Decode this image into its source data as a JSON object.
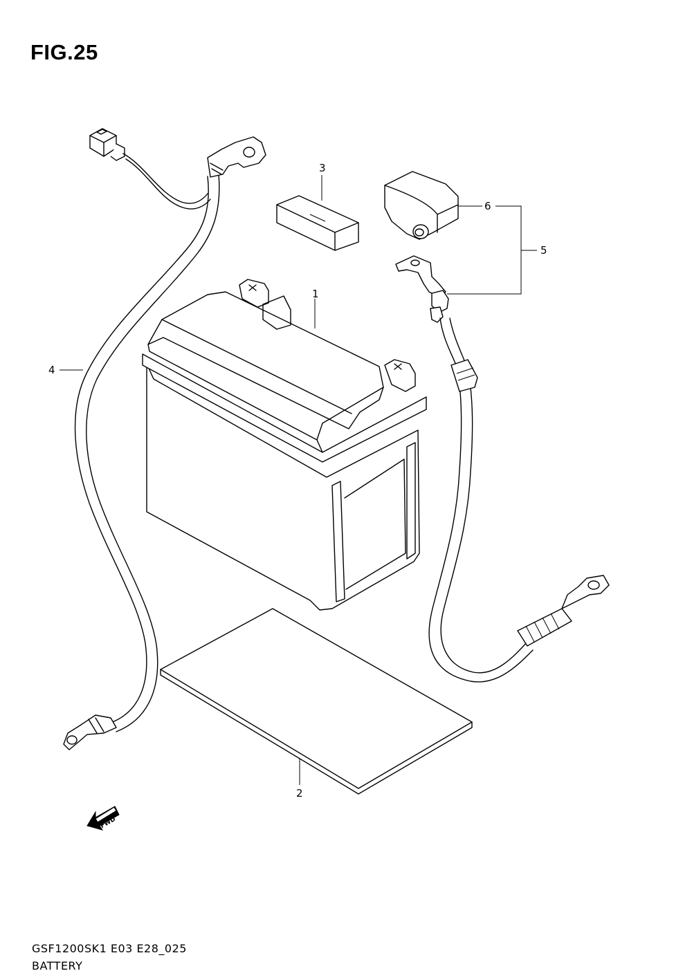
{
  "figure": {
    "title": "FIG.25"
  },
  "callouts": [
    {
      "id": "1",
      "label": "1"
    },
    {
      "id": "2",
      "label": "2"
    },
    {
      "id": "3",
      "label": "3"
    },
    {
      "id": "4",
      "label": "4"
    },
    {
      "id": "5",
      "label": "5"
    },
    {
      "id": "6",
      "label": "6"
    }
  ],
  "direction_marker": {
    "label": "FWD",
    "icon": "fwd-arrow-icon"
  },
  "footer": {
    "code": "GSF1200SK1 E03 E28_025",
    "name": "BATTERY"
  }
}
